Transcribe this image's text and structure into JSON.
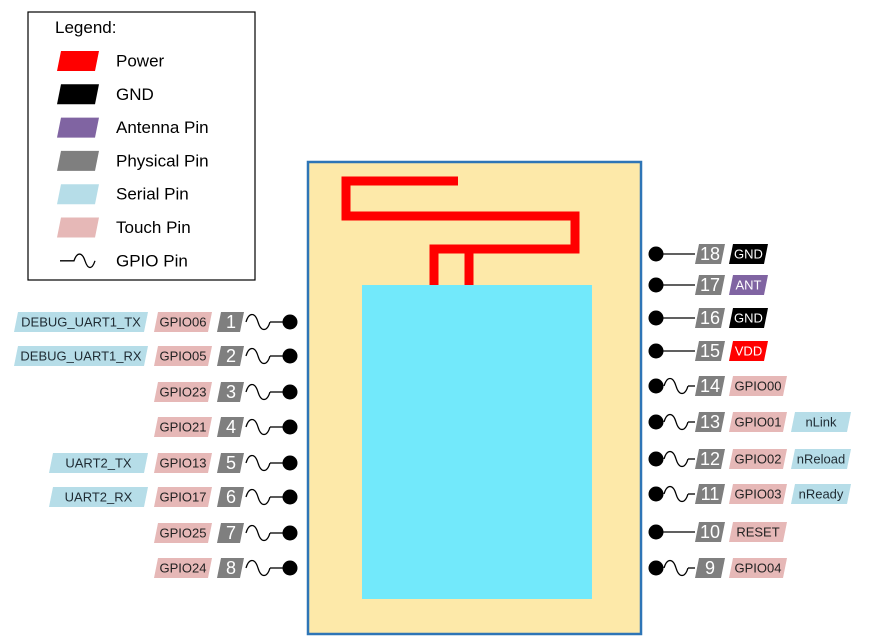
{
  "legend": {
    "title": "Legend:",
    "items": [
      {
        "key": "power",
        "label": "Power",
        "color": "#ff0000"
      },
      {
        "key": "gnd",
        "label": "GND",
        "color": "#000000"
      },
      {
        "key": "antenna",
        "label": "Antenna Pin",
        "color": "#8064a2"
      },
      {
        "key": "physical",
        "label": "Physical Pin",
        "color": "#7f7f7f"
      },
      {
        "key": "serial",
        "label": "Serial Pin",
        "color": "#b6dde8"
      },
      {
        "key": "touch",
        "label": "Touch Pin",
        "color": "#e6b8b7"
      },
      {
        "key": "gpio",
        "label": "GPIO Pin",
        "color": "#000000"
      }
    ]
  },
  "module": {
    "board_color": "#fde9a9",
    "border_color": "#2e75b6",
    "shield_color": "#72e9fb",
    "antenna_color": "#ff0000"
  },
  "left_pins": [
    {
      "number": "1",
      "name": "GPIO06",
      "serial": "DEBUG_UART1_TX",
      "gpio": true
    },
    {
      "number": "2",
      "name": "GPIO05",
      "serial": "DEBUG_UART1_RX",
      "gpio": true
    },
    {
      "number": "3",
      "name": "GPIO23",
      "serial": "",
      "gpio": true
    },
    {
      "number": "4",
      "name": "GPIO21",
      "serial": "",
      "gpio": true
    },
    {
      "number": "5",
      "name": "GPIO13",
      "serial": "UART2_TX",
      "gpio": true
    },
    {
      "number": "6",
      "name": "GPIO17",
      "serial": "UART2_RX",
      "gpio": true
    },
    {
      "number": "7",
      "name": "GPIO25",
      "serial": "",
      "gpio": true
    },
    {
      "number": "8",
      "name": "GPIO24",
      "serial": "",
      "gpio": true
    }
  ],
  "right_pins": [
    {
      "number": "18",
      "name": "GND",
      "kind": "gnd",
      "serial": "",
      "gpio": false
    },
    {
      "number": "17",
      "name": "ANT",
      "kind": "antenna",
      "serial": "",
      "gpio": false
    },
    {
      "number": "16",
      "name": "GND",
      "kind": "gnd",
      "serial": "",
      "gpio": false
    },
    {
      "number": "15",
      "name": "VDD",
      "kind": "power",
      "serial": "",
      "gpio": false
    },
    {
      "number": "14",
      "name": "GPIO00",
      "kind": "touch",
      "serial": "",
      "gpio": true
    },
    {
      "number": "13",
      "name": "GPIO01",
      "kind": "touch",
      "serial": "nLink",
      "gpio": true
    },
    {
      "number": "12",
      "name": "GPIO02",
      "kind": "touch",
      "serial": "nReload",
      "gpio": true
    },
    {
      "number": "11",
      "name": "GPIO03",
      "kind": "touch",
      "serial": "nReady",
      "gpio": true
    },
    {
      "number": "10",
      "name": "RESET",
      "kind": "touch",
      "serial": "",
      "gpio": false
    },
    {
      "number": "9",
      "name": "GPIO04",
      "kind": "touch",
      "serial": "",
      "gpio": true
    }
  ]
}
